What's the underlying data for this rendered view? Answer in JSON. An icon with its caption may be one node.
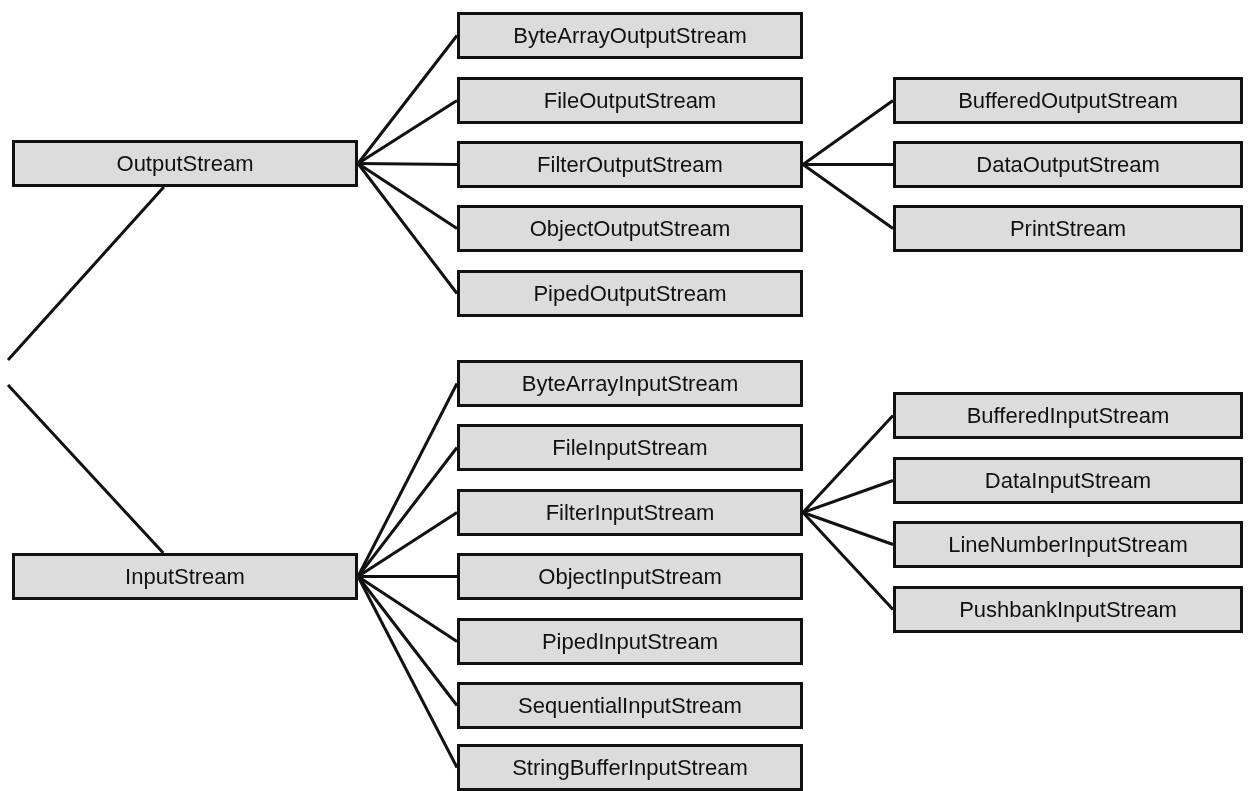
{
  "diagram": {
    "nodes": [
      {
        "text": [
          "OutputStream"
        ]
      },
      {
        "text": [
          "ByteArrayOutputStream"
        ]
      },
      {
        "text": [
          "FileOutputStream"
        ]
      },
      {
        "text": [
          "FilterOutputStream"
        ]
      },
      {
        "text": [
          "ObjectOutputStream"
        ]
      },
      {
        "text": [
          "PipedOutputStream"
        ]
      },
      {
        "text": [
          "BufferedOutputStream"
        ]
      },
      {
        "text": [
          "DataOutputStream"
        ]
      },
      {
        "text": [
          "PrintStream"
        ]
      },
      {
        "text": [
          "InputStream"
        ]
      },
      {
        "text": [
          "ByteArrayInputStream"
        ]
      },
      {
        "text": [
          "FileInputStream"
        ]
      },
      {
        "text": [
          "FilterInputStream"
        ]
      },
      {
        "text": [
          "ObjectInputStream"
        ]
      },
      {
        "text": [
          "PipedInputStream"
        ]
      },
      {
        "text": [
          "SequentialInputStream"
        ]
      },
      {
        "text": [
          "StringBufferInputStream"
        ]
      },
      {
        "text": [
          "BufferedInputStream"
        ]
      },
      {
        "text": [
          "DataInputStream"
        ]
      },
      {
        "text": [
          "LineNumberInputStream"
        ]
      },
      {
        "text": [
          "PushbankInputStream"
        ]
      }
    ],
    "edges": [
      {
        "from": 0,
        "to": 1,
        "arrow": "none"
      },
      {
        "from": 0,
        "to": 2,
        "arrow": "none"
      },
      {
        "from": 0,
        "to": 3,
        "arrow": "none"
      },
      {
        "from": 0,
        "to": 4,
        "arrow": "none"
      },
      {
        "from": 0,
        "to": 5,
        "arrow": "none"
      },
      {
        "from": 3,
        "to": 6,
        "arrow": "none"
      },
      {
        "from": 3,
        "to": 7,
        "arrow": "none"
      },
      {
        "from": 3,
        "to": 8,
        "arrow": "none"
      },
      {
        "from": 9,
        "to": 10,
        "arrow": "none"
      },
      {
        "from": 9,
        "to": 11,
        "arrow": "none"
      },
      {
        "from": 9,
        "to": 12,
        "arrow": "none"
      },
      {
        "from": 9,
        "to": 13,
        "arrow": "none"
      },
      {
        "from": 9,
        "to": 14,
        "arrow": "none"
      },
      {
        "from": 9,
        "to": 15,
        "arrow": "none"
      },
      {
        "from": 9,
        "to": 16,
        "arrow": "none"
      },
      {
        "from": 12,
        "to": 17,
        "arrow": "none"
      },
      {
        "from": 12,
        "to": 18,
        "arrow": "none"
      },
      {
        "from": 12,
        "to": 19,
        "arrow": "none"
      },
      {
        "from": 12,
        "to": 20,
        "arrow": "none"
      },
      {
        "from": null,
        "to": 0,
        "arrow": "none"
      },
      {
        "from": null,
        "to": 9,
        "arrow": "none"
      }
    ]
  }
}
